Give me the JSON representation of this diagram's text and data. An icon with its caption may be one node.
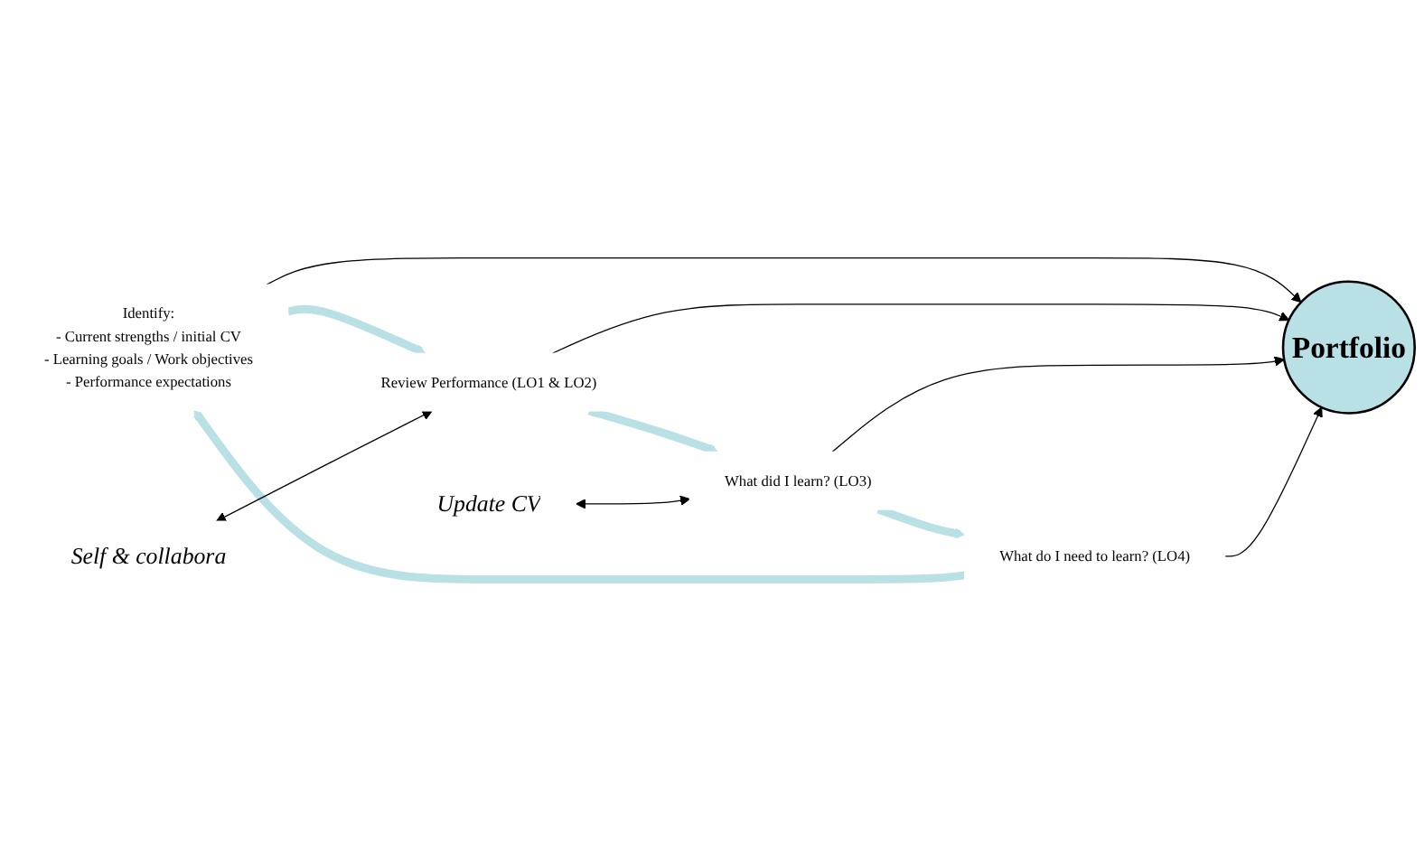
{
  "diagram": {
    "nodes": [
      {
        "text": [
          "Identify:",
          "- Current strengths / initial CV",
          "- Learning goals / Work objectives",
          "- Performance expectations"
        ]
      },
      {
        "text": [
          "Review Performance (LO1 & LO2)"
        ]
      },
      {
        "text": [
          "Self & collabora"
        ]
      },
      {
        "text": [
          "Portfolio"
        ]
      },
      {
        "text": [
          "What did I learn? (LO3)"
        ]
      },
      {
        "text": [
          "Update CV"
        ]
      },
      {
        "text": [
          "What do I need to learn? (LO4)"
        ]
      }
    ],
    "edges": [
      {
        "from": 0,
        "to": 1,
        "arrow": "to",
        "style": "thick",
        "color": "#b9e0e5"
      },
      {
        "from": 1,
        "to": 4,
        "arrow": "to",
        "style": "thick",
        "color": "#b9e0e5"
      },
      {
        "from": 4,
        "to": 6,
        "arrow": "to",
        "style": "thick",
        "color": "#b9e0e5"
      },
      {
        "from": 6,
        "to": 0,
        "arrow": "to",
        "style": "thick",
        "color": "#b9e0e5"
      },
      {
        "from": 0,
        "to": 3,
        "arrow": "to"
      },
      {
        "from": 1,
        "to": 3,
        "arrow": "to"
      },
      {
        "from": 4,
        "to": 3,
        "arrow": "to"
      },
      {
        "from": 6,
        "to": 3,
        "arrow": "to"
      },
      {
        "from": 2,
        "to": 1,
        "arrow": "both"
      },
      {
        "from": 5,
        "to": 4,
        "arrow": "both"
      }
    ]
  }
}
